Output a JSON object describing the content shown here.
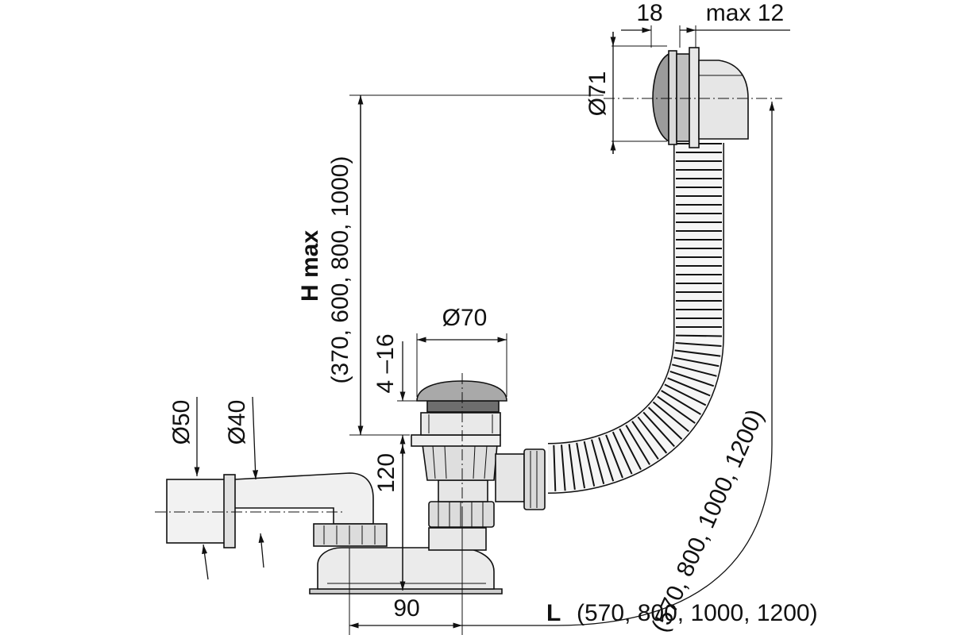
{
  "dimensions": {
    "flange_thickness": "18",
    "wall_max": "max 12",
    "overflow_diameter": "Ø71",
    "plug_diameter": "Ø70",
    "plug_gap": "4 –16",
    "outlet_diameter_outer": "Ø50",
    "outlet_diameter_inner": "Ø40",
    "trap_height": "120",
    "outlet_offset": "90",
    "height_label": "H max",
    "height_values": "(370, 600, 800, 1000)",
    "length_label": "L",
    "length_values": "(570, 800, 1000, 1200)",
    "hose_length_values": "(570, 800, 1000, 1200)"
  }
}
